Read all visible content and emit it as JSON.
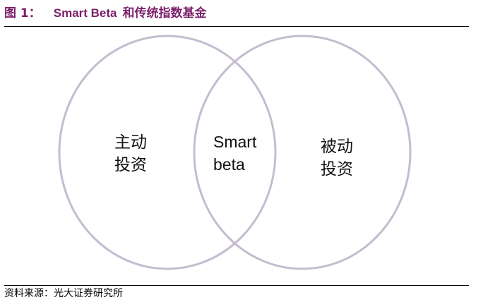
{
  "header": {
    "figure_label": "图 1：",
    "title_latin": "Smart Beta",
    "title_cjk": "和传统指数基金"
  },
  "colors": {
    "title": "#7b1f6a",
    "circle_stroke": "#c5bccf",
    "rule": "#000000"
  },
  "venn": {
    "left_label": "主动\n投资",
    "center_label": "Smart\nbeta",
    "right_label": "被动\n投资"
  },
  "footer": {
    "source": "资料来源：光大证券研究所"
  }
}
